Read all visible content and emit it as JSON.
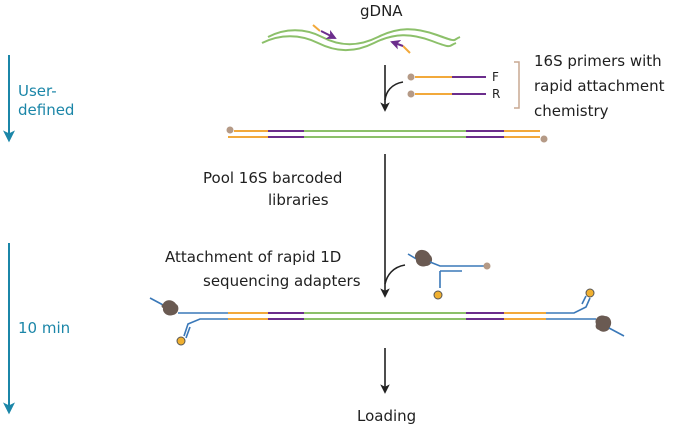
{
  "top_label": "gDNA",
  "primer_note": {
    "lines": [
      "16S primers with",
      "rapid attachment",
      "chemistry"
    ],
    "forward": "F",
    "reverse": "R"
  },
  "step_pool": {
    "lines": [
      "Pool 16S barcoded",
      "libraries"
    ]
  },
  "step_attach": {
    "lines": [
      "Attachment of rapid 1D",
      "sequencing adapters"
    ]
  },
  "bottom_label": "Loading",
  "timeline": {
    "phase1": {
      "lines": [
        "User-",
        "defined"
      ]
    },
    "phase2": {
      "lines": [
        "10 min"
      ]
    }
  },
  "colors": {
    "dna_green": "#8cc06a",
    "primer_orange": "#f2a93b",
    "barcode_purple": "#6b2d8c",
    "adapter_blue": "#3a78b8",
    "bead_tan": "#b59a86",
    "bead_orange": "#f0b030",
    "motor_brown": "#6a5a52",
    "timeline_blue": "#1b86a8",
    "arrow_dark": "#222222",
    "bracket": "#c9a892"
  }
}
